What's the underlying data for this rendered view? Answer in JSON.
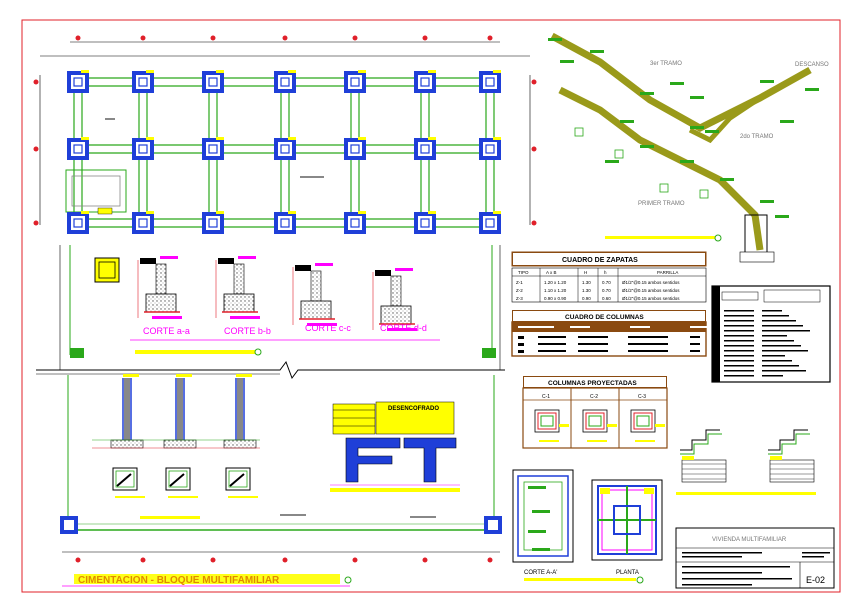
{
  "colors": {
    "frame": "#e0202a",
    "column_blue": "#1f3fd8",
    "grid_green": "#2aa81a",
    "accent_magenta": "#ff00ff",
    "accent_yellow": "#ffff00",
    "table_header": "#8a4a10",
    "stair_olive": "#9a9a1a"
  },
  "sections": {
    "corte_a": "CORTE a-a",
    "corte_b": "CORTE b-b",
    "corte_c": "CORTE c-c",
    "corte_d": "CORTE d-d",
    "corte_AA": "CORTE A-A'",
    "planta": "PLANTA"
  },
  "stair": {
    "tramo3": "3er TRAMO",
    "tramo2": "2do TRAMO",
    "descanso": "DESCANSO",
    "primer": "PRIMER TRAMO"
  },
  "zapatas": {
    "title": "CUADRO DE ZAPATAS",
    "headers": [
      "TIPO",
      "A x B",
      "H",
      "h",
      "PARRILLA"
    ],
    "rows": [
      [
        "Z-1",
        "1.20 x 1.20",
        "1.30",
        "0.70",
        "Ø1/2\"@0.15 ambos sentidos"
      ],
      [
        "Z-2",
        "1.10 x 1.20",
        "1.30",
        "0.70",
        "Ø1/2\"@0.15 ambos sentidos"
      ],
      [
        "Z-3",
        "0.90 x 0.90",
        "0.90",
        "0.60",
        "Ø1/2\"@0.15 ambos sentidos"
      ]
    ]
  },
  "columnas_title": "CUADRO DE COLUMNAS",
  "proyectadas": {
    "title": "COLUMNAS PROYECTADAS",
    "labels": [
      "C-1",
      "C-2",
      "C-3"
    ]
  },
  "desencofrado": "DESENCOFRADO",
  "footer_title": "CIMENTACION - BLOQUE MULTIFAMILIAR",
  "title_block": {
    "project": "VIVIENDA MULTIFAMILIAR",
    "sheet": "E-02"
  }
}
